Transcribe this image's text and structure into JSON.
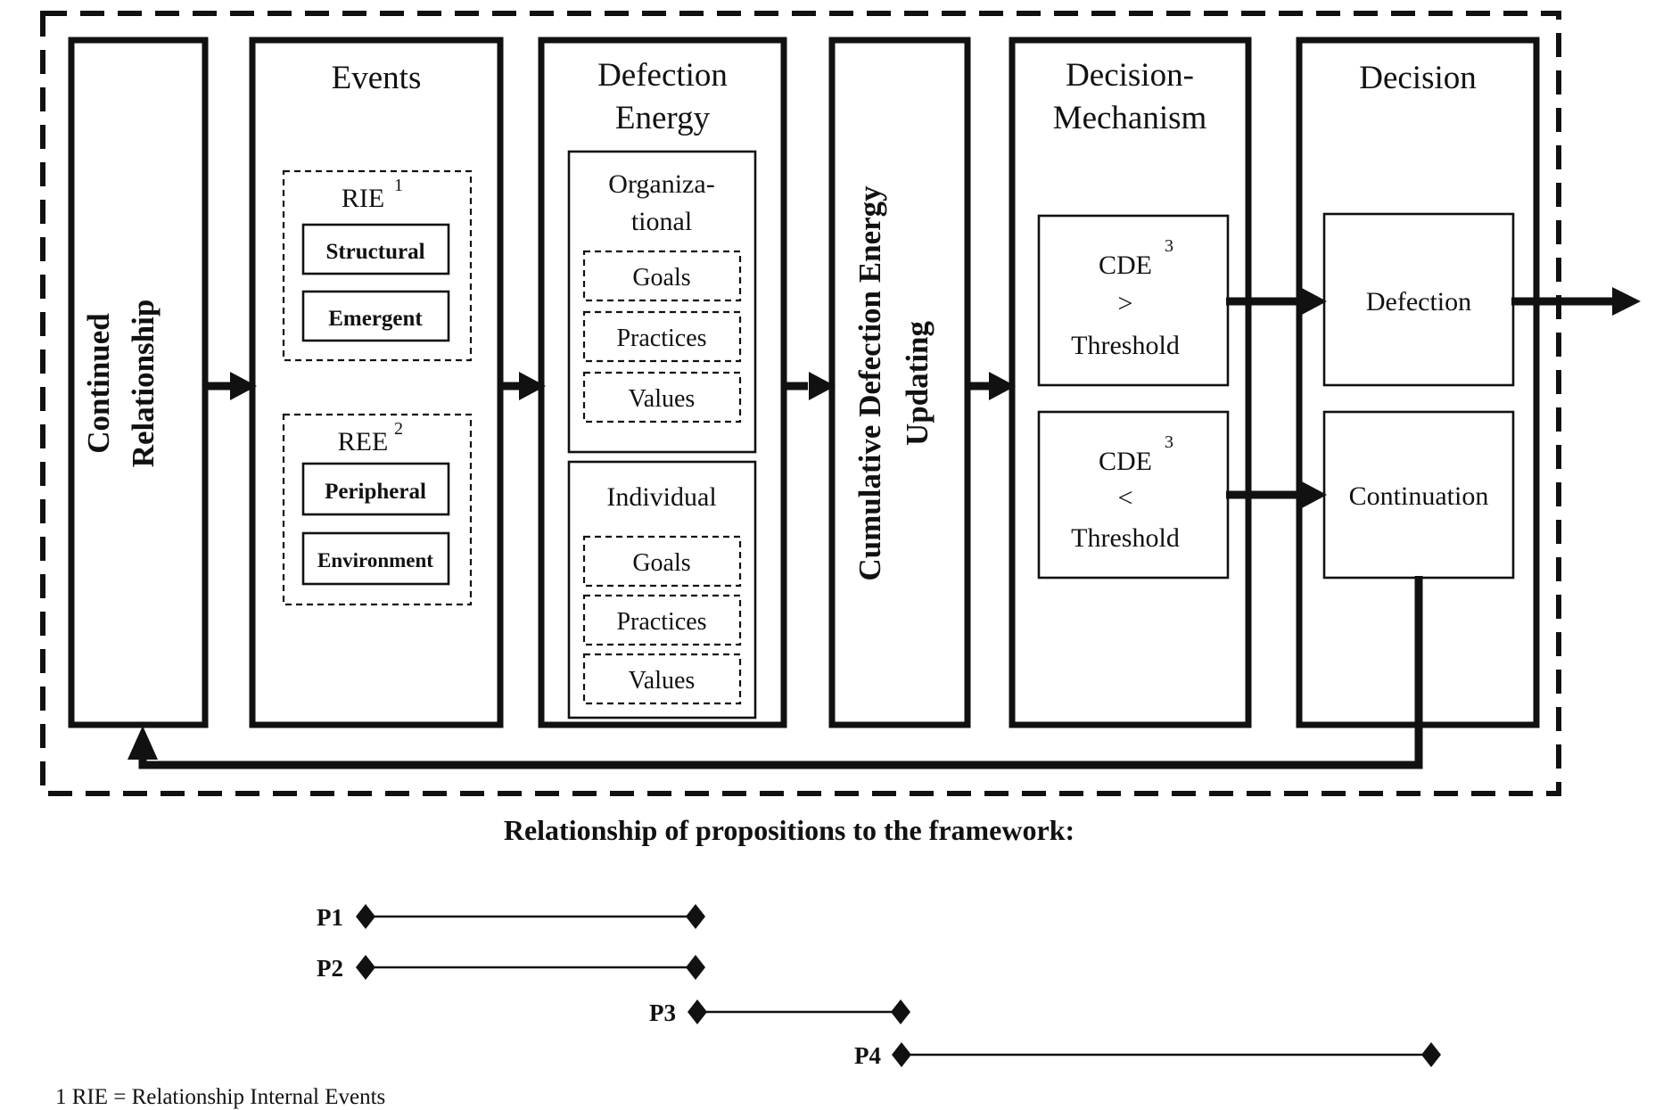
{
  "diagram": {
    "col1": {
      "line1": "Continued",
      "line2": "Relationship"
    },
    "col2": {
      "title": "Events",
      "rie": {
        "label": "RIE",
        "sup": "1",
        "items": [
          "Structural",
          "Emergent"
        ]
      },
      "ree": {
        "label": "REE",
        "sup": "2",
        "items": [
          "Peripheral",
          "Environment"
        ]
      }
    },
    "col3": {
      "title1": "Defection",
      "title2": "Energy",
      "org": {
        "line1": "Organiza-",
        "line2": "tional",
        "items": [
          "Goals",
          "Practices",
          "Values"
        ]
      },
      "ind": {
        "label": "Individual",
        "items": [
          "Goals",
          "Practices",
          "Values"
        ]
      }
    },
    "col4": {
      "line1": "Cumulative Defection Energy",
      "line2": "Updating"
    },
    "col5": {
      "title1": "Decision-",
      "title2": "Mechanism",
      "gt": {
        "label": "CDE",
        "sup": "3",
        "op": ">",
        "threshold": "Threshold"
      },
      "lt": {
        "label": "CDE",
        "sup": "3",
        "op": "<",
        "threshold": "Threshold"
      }
    },
    "col6": {
      "title": "Decision",
      "defection": "Defection",
      "continuation": "Continuation"
    }
  },
  "propositions": {
    "title": "Relationship of propositions to the framework:",
    "items": [
      {
        "label": "P1"
      },
      {
        "label": "P2"
      },
      {
        "label": "P3"
      },
      {
        "label": "P4"
      }
    ]
  },
  "footnote": {
    "text": "1 RIE = Relationship Internal Events"
  },
  "colors": {
    "ink": "#111111",
    "background": "#ffffff"
  }
}
